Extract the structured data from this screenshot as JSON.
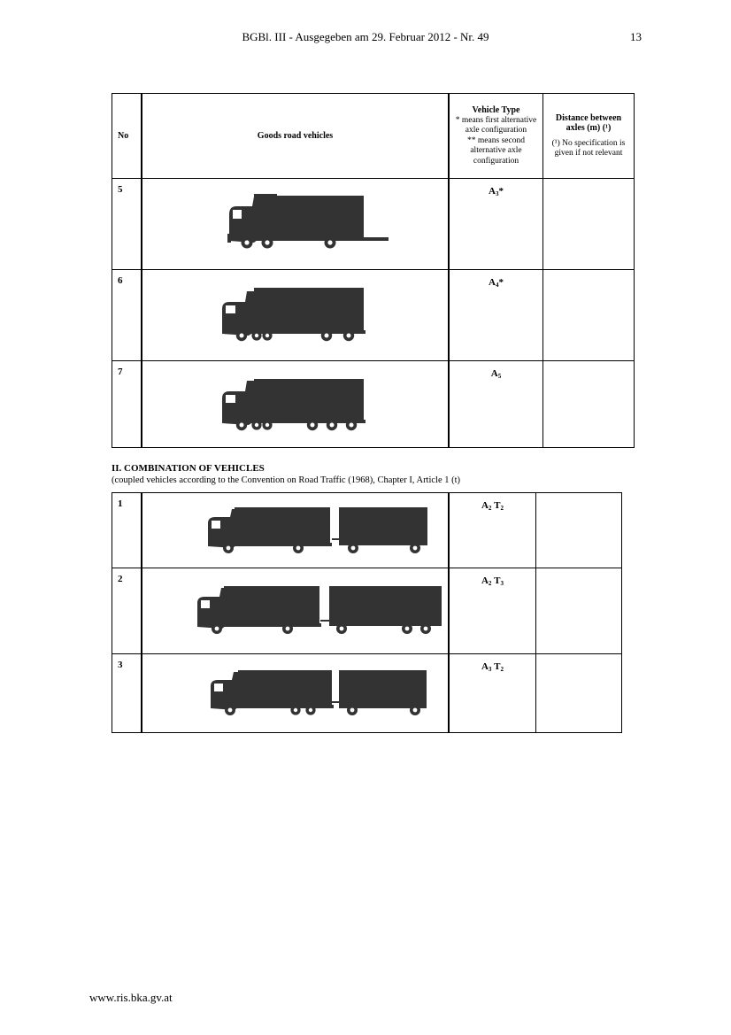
{
  "header": {
    "title": "BGBl. III - Ausgegeben am 29. Februar 2012 - Nr. 49",
    "page": "13"
  },
  "table_header": {
    "no": "No",
    "goods": "Goods road vehicles",
    "vehicle_type_title": "Vehicle Type",
    "vehicle_type_note1": "* means first alternative axle configuration",
    "vehicle_type_note2": "** means second alternative axle configuration",
    "distance_title": "Distance between axles (m) (¹)",
    "distance_note": "(¹) No specification is given if not relevant"
  },
  "rows_a": [
    {
      "no": "5",
      "type_base": "A",
      "type_sub": "3",
      "type_suffix": "*",
      "icon": "rigid-truck-3-axle-icon"
    },
    {
      "no": "6",
      "type_base": "A",
      "type_sub": "4",
      "type_suffix": "*",
      "icon": "rigid-truck-4-axle-icon"
    },
    {
      "no": "7",
      "type_base": "A",
      "type_sub": "5",
      "type_suffix": "",
      "icon": "rigid-truck-5-axle-icon"
    }
  ],
  "section2": {
    "title": "II. COMBINATION OF VEHICLES",
    "subtitle": "(coupled vehicles according to the Convention on Road Traffic (1968), Chapter I, Article 1 (t)"
  },
  "rows_b": [
    {
      "no": "1",
      "a_base": "A",
      "a_sub": "2",
      "t_base": "T",
      "t_sub": "2",
      "icon": "truck-trailer-combination-icon"
    },
    {
      "no": "2",
      "a_base": "A",
      "a_sub": "2",
      "t_base": "T",
      "t_sub": "3",
      "icon": "truck-trailer-combination-icon"
    },
    {
      "no": "3",
      "a_base": "A",
      "a_sub": "3",
      "t_base": "T",
      "t_sub": "2",
      "icon": "truck-trailer-combination-icon"
    }
  ],
  "footer": {
    "url": "www.ris.bka.gv.at"
  },
  "colors": {
    "vehicle_fill": "#333333"
  }
}
